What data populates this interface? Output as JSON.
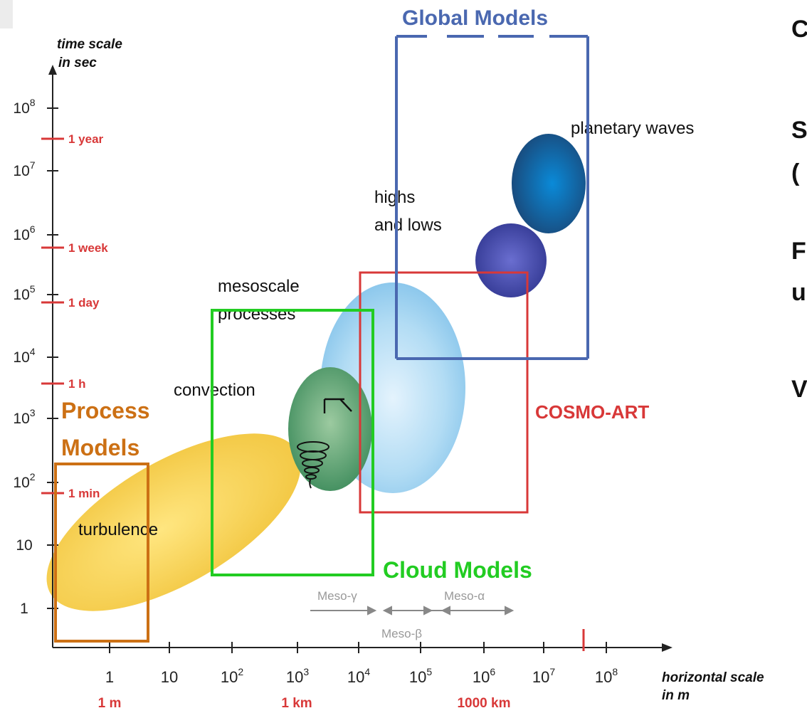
{
  "axes": {
    "y_title_line1": "time scale",
    "y_title_line2": "in sec",
    "x_title_line1": "horizontal scale",
    "x_title_line2": "in m",
    "y_ticks": [
      {
        "base": "10",
        "exp": "8"
      },
      {
        "base": "10",
        "exp": "7"
      },
      {
        "base": "10",
        "exp": "6"
      },
      {
        "base": "10",
        "exp": "5"
      },
      {
        "base": "10",
        "exp": "4"
      },
      {
        "base": "10",
        "exp": "3"
      },
      {
        "base": "10",
        "exp": "2"
      },
      {
        "base": "10",
        "exp": ""
      },
      {
        "base": "1",
        "exp": ""
      }
    ],
    "time_markers": [
      "1 year",
      "1 week",
      "1 day",
      "1 h",
      "1 min"
    ],
    "x_ticks": [
      {
        "base": "1",
        "exp": ""
      },
      {
        "base": "10",
        "exp": ""
      },
      {
        "base": "10",
        "exp": "2"
      },
      {
        "base": "10",
        "exp": "3"
      },
      {
        "base": "10",
        "exp": "4"
      },
      {
        "base": "10",
        "exp": "5"
      },
      {
        "base": "10",
        "exp": "6"
      },
      {
        "base": "10",
        "exp": "7"
      },
      {
        "base": "10",
        "exp": "8"
      }
    ],
    "distance_markers": [
      "1 m",
      "1 km",
      "1000 km"
    ]
  },
  "phenomena": {
    "planetary_waves": "planetary waves",
    "highs_lows_line1": "highs",
    "highs_lows_line2": "and lows",
    "mesoscale_line1": "mesoscale",
    "mesoscale_line2": "processes",
    "convection": "convection",
    "turbulence": "turbulence"
  },
  "meso_scales": {
    "gamma": "Meso-γ",
    "alpha": "Meso-α",
    "beta": "Meso-β"
  },
  "models": {
    "global": {
      "label": "Global Models",
      "color": "#4a68b0"
    },
    "cosmo": {
      "label": "COSMO-ART",
      "color": "#d83838"
    },
    "cloud": {
      "label": "Cloud Models",
      "color": "#22cc22"
    },
    "process": {
      "label_line1": "Process",
      "label_line2": "Models",
      "color": "#cc7014"
    }
  },
  "clipped_text": [
    "C",
    "S",
    "(",
    "F",
    "u",
    "V"
  ]
}
